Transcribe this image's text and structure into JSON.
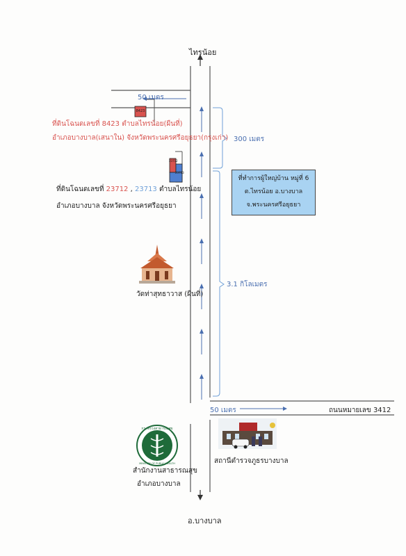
{
  "top_direction": "ไทรน้อย",
  "bottom_direction": "อ.บางบาล",
  "distances": {
    "top_side_road": "50 เมตร",
    "segment_upper": "300 เมตร",
    "segment_lower": "3.1 กิโลเมตร",
    "bottom_side_road": "50 เมตร"
  },
  "road_name": "ถนนหมายเลข 3412",
  "parcel_1": {
    "number": "8423",
    "line1": "ที่ดินโฉนดเลขที่  8423  ตำบลไทรน้อย(ผืนที่)",
    "line2": "อำเภอบางบาล(เสนาใน)  จังหวัดพระนครศรีอยุธยา(กรุงเก่า)"
  },
  "parcel_2": {
    "number_a": "23712",
    "number_b": "23713",
    "prefix": "ที่ดินโฉนดเลขที่",
    "sep": ",",
    "suffix": "ตำบลไทรน้อย",
    "line2": "อำเภอบางบาล  จังหวัดพระนครศรีอยุธยา"
  },
  "office_box": {
    "line1": "ที่ทำการผู้ใหญ่บ้าน หมู่ที่ 6",
    "line2": "ต.ไทรน้อย อ.บางบาล",
    "line3": "จ.พระนครศรีอยุธยา"
  },
  "temple_label": "วัดท่าสุทธาวาส (ผืนที่)",
  "police_label": "สถานีตำรวจภูธรบางบาล",
  "health_label_1": "สำนักงานสาธารณสุข",
  "health_label_2": "อำเภอบางบาล",
  "seal_text": "MINISTRY OF PUBLIC HEALTH",
  "colors": {
    "road": "#555555",
    "arrow": "#4a6fb0",
    "parcel_red": "#d9534f",
    "parcel_blue": "#4f7fd0",
    "box": "#a9d3f2"
  },
  "icons": [
    "north-arrow-icon",
    "road-arrow-icon",
    "temple-icon",
    "police-station-icon",
    "health-seal-icon"
  ]
}
